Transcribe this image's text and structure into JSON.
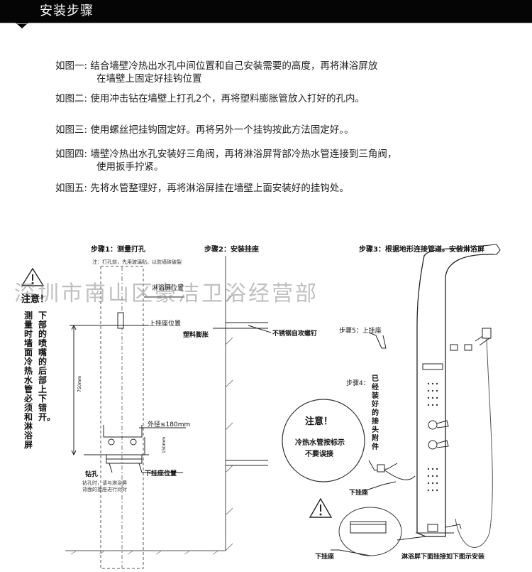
{
  "header": {
    "title": "安装步骤"
  },
  "instructions": [
    {
      "label": "如图一:",
      "text": "结合墙壁冷热出水孔中间位置和自己安装需要的高度，再将淋浴屏放",
      "text2": "在墙壁上固定好挂钩位置"
    },
    {
      "label": "如图二:",
      "text": "使用冲击钻在墙壁上打孔2个，再将塑料膨胀管放入打好的孔内。",
      "text2": ""
    },
    {
      "label": "如图三:",
      "text": "使用螺丝把挂钩固定好。再将另外一个挂钩按此方法固定好。。",
      "text2": ""
    },
    {
      "label": "如图四:",
      "text": "墙壁冷热出水孔安装好三角阀，再将淋浴屏背部冷热水管连接到三角阀，",
      "text2": "使用扳手拧紧。"
    },
    {
      "label": "如图五:",
      "text": "先将水管整理好，再将淋浴屏挂在墙壁上面安装好的挂钩处。",
      "text2": ""
    }
  ],
  "diagram": {
    "step1_title": "步骤1：测量打孔",
    "step1_note": "注：打孔前，先用玻璃贴，以防墙砖破裂",
    "step2_title": "步骤2：安装挂座",
    "step3_title": "步骤3：根据地形连接管道。安装淋浴屏",
    "watermark": "深圳市南山区豪洁卫浴经营部",
    "notice_title": "注意！",
    "notice_col1": "测量时墙面冷热水管必须和淋浴屏",
    "notice_col2": "下部的喷嘴的后部上下错开。",
    "labels": {
      "shower_position": "淋浴屏位置",
      "upper_mount_position": "上挂座位置",
      "plastic_anchor": "塑料膨胀",
      "steel_screw": "不锈钢自攻螺钉",
      "outer_diameter": "外径≤180mm",
      "drill_hole": "钻孔",
      "drill_note": "钻孔时，请与淋浴屏背面的接座进行比对",
      "lower_mount_position": "下挂座位置",
      "step5_upper_mount": "步骤5：上挂座",
      "step4": "步骤4：",
      "step4_col": "已经装好的接头附件",
      "circle_title": "注意！",
      "circle_line1": "冷热水管按标示",
      "circle_line2": "不要误接",
      "lower_mount": "下挂座",
      "lower_mount_bottom": "下挂座",
      "bottom_note": "淋浴屏下面挂接如下图示安装",
      "dim_vertical": "750mm",
      "dim_small": "150mm"
    }
  }
}
